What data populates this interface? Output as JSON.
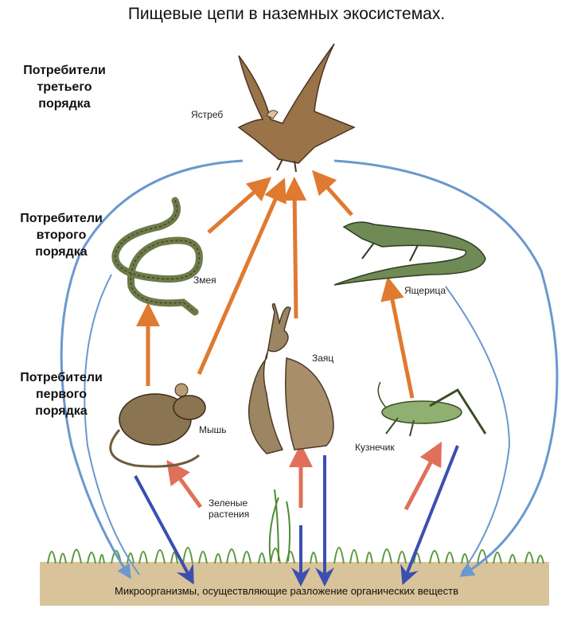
{
  "title": "Пищевые цепи в наземных экосистемах.",
  "levels": {
    "third": [
      "Потребители",
      "третьего",
      "порядка"
    ],
    "second": [
      "Потребители",
      "второго",
      "порядка"
    ],
    "first": [
      "Потребители",
      "первого",
      "порядка"
    ]
  },
  "organisms": {
    "hawk": "Ястреб",
    "snake": "Змея",
    "lizard": "Ящерица",
    "hare": "Заяц",
    "mouse": "Мышь",
    "grasshopper": "Кузнечик",
    "plants": [
      "Зеленые",
      "растения"
    ]
  },
  "ground_text": "Микроорганизмы, осуществляющие  разложение органических веществ",
  "colors": {
    "eat_arrow": "#e07a30",
    "plant_arrow": "#e0705a",
    "decomp_arrow": "#3b4fb0",
    "cycle_line": "#6a98cf",
    "soil": "#d9c39a",
    "grass": "#5b9a3e"
  }
}
